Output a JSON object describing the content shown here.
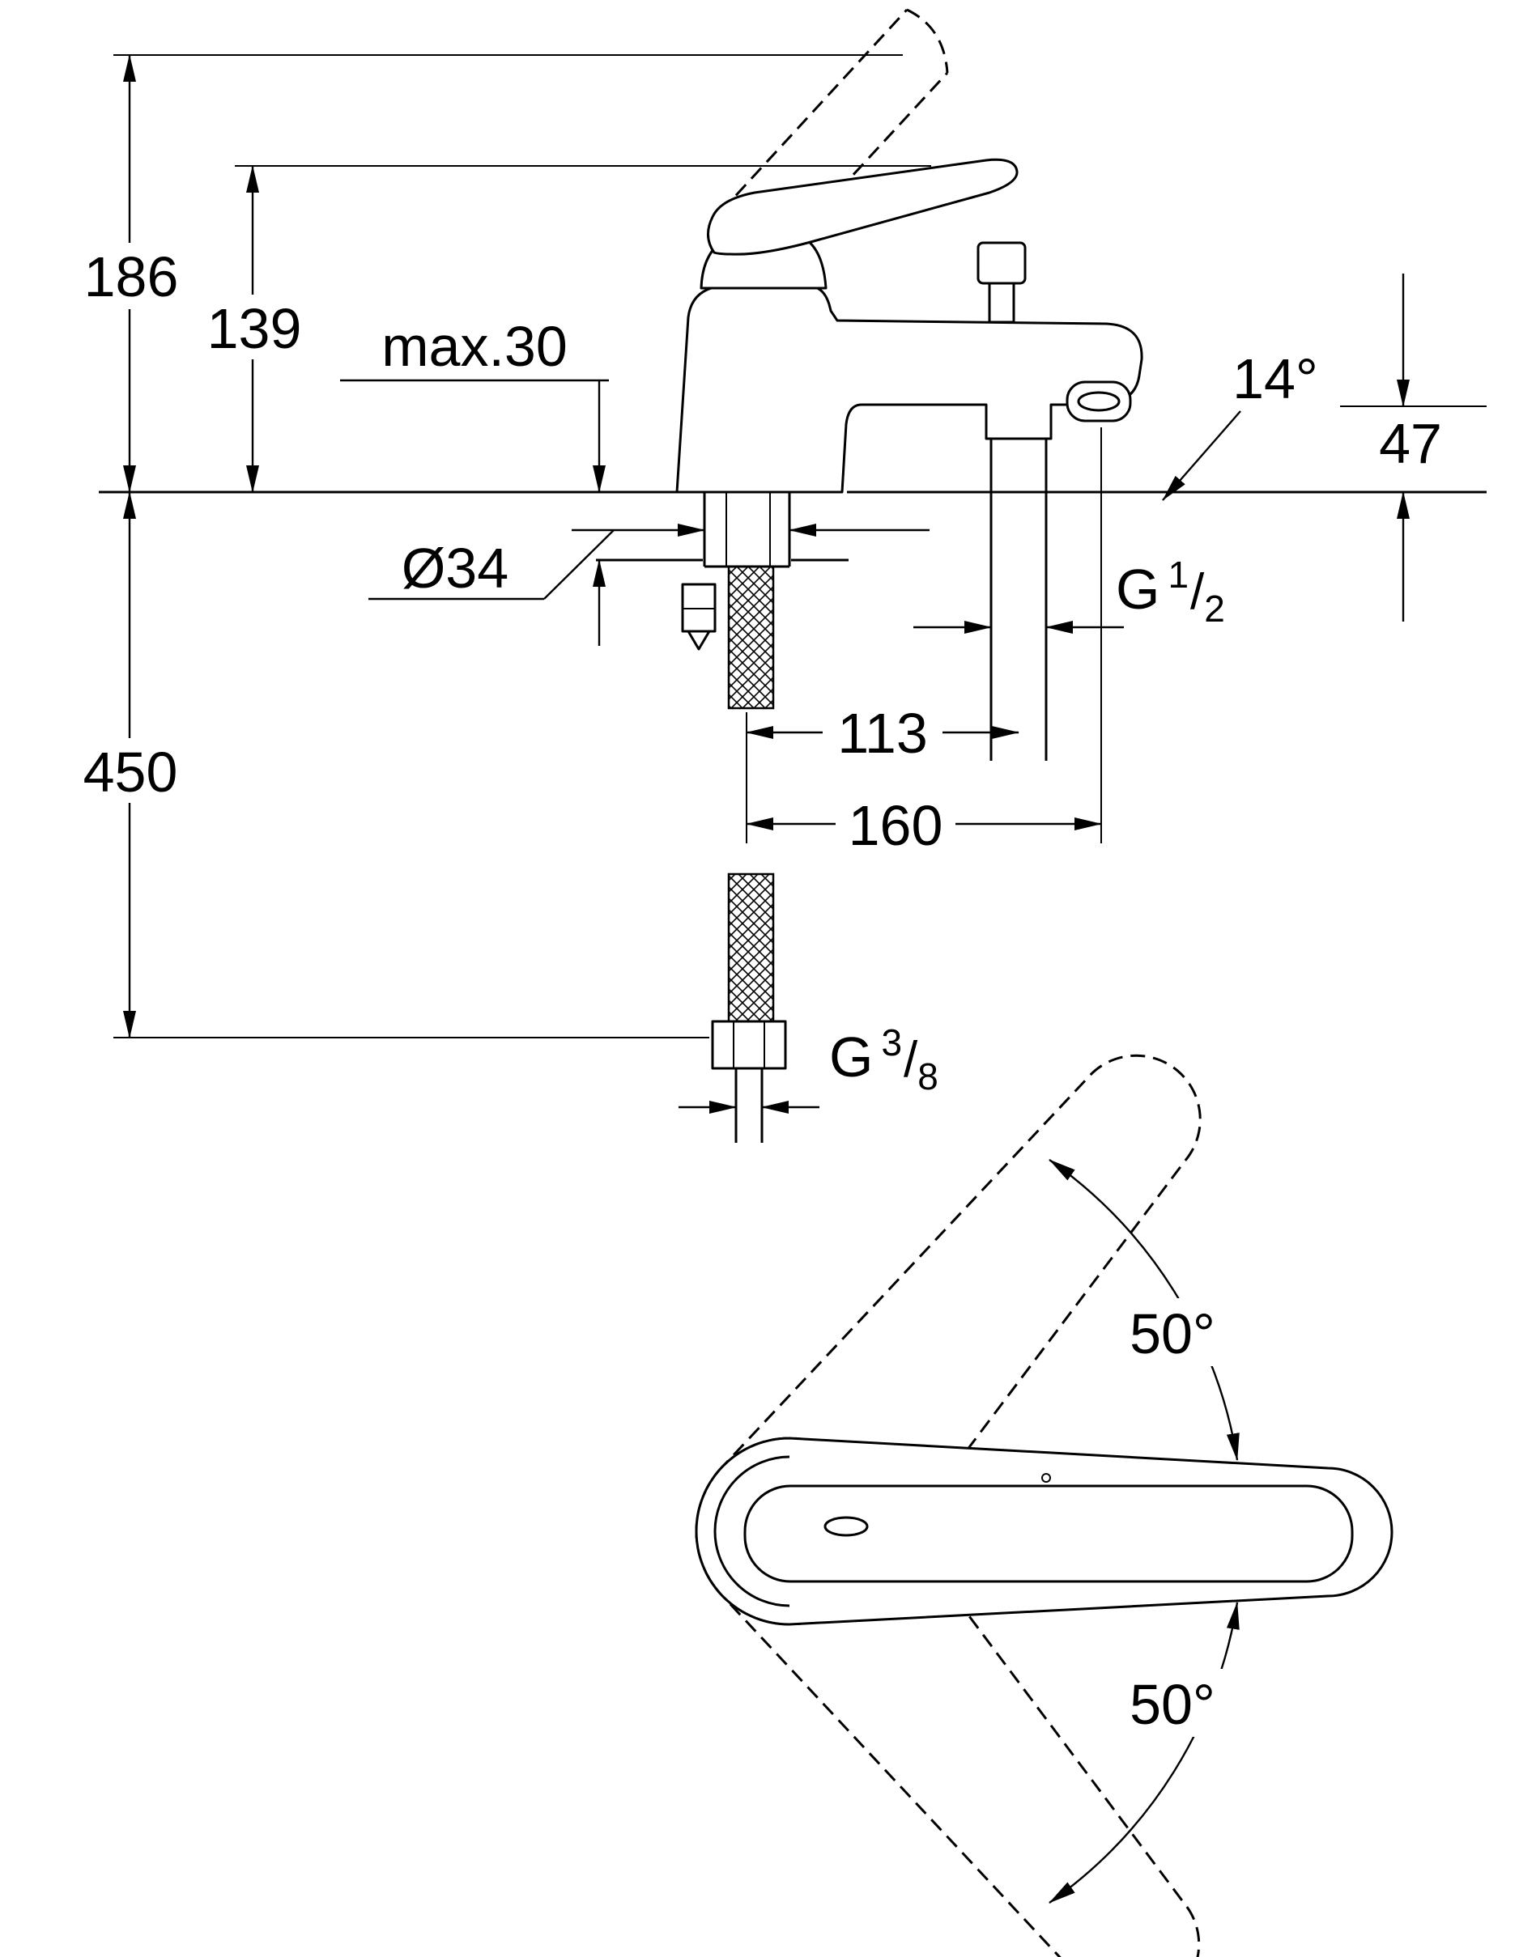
{
  "colors": {
    "line": "#000000",
    "background": "#ffffff"
  },
  "dimensions": {
    "total_height": "186",
    "spout_height": "139",
    "deck_thickness": "max.30",
    "hole_diameter": "Ø34",
    "supply_length": "450",
    "shower_offset": "113",
    "spout_reach": "160",
    "spout_angle": "14°",
    "outlet_drop": "47"
  },
  "threads": {
    "shower": {
      "prefix": "G",
      "numerator": "1",
      "slash": "/",
      "denominator": "2"
    },
    "supply": {
      "prefix": "G",
      "numerator": "3",
      "slash": "/",
      "denominator": "8"
    }
  },
  "swivel": {
    "upper": "50°",
    "lower": "50°"
  }
}
